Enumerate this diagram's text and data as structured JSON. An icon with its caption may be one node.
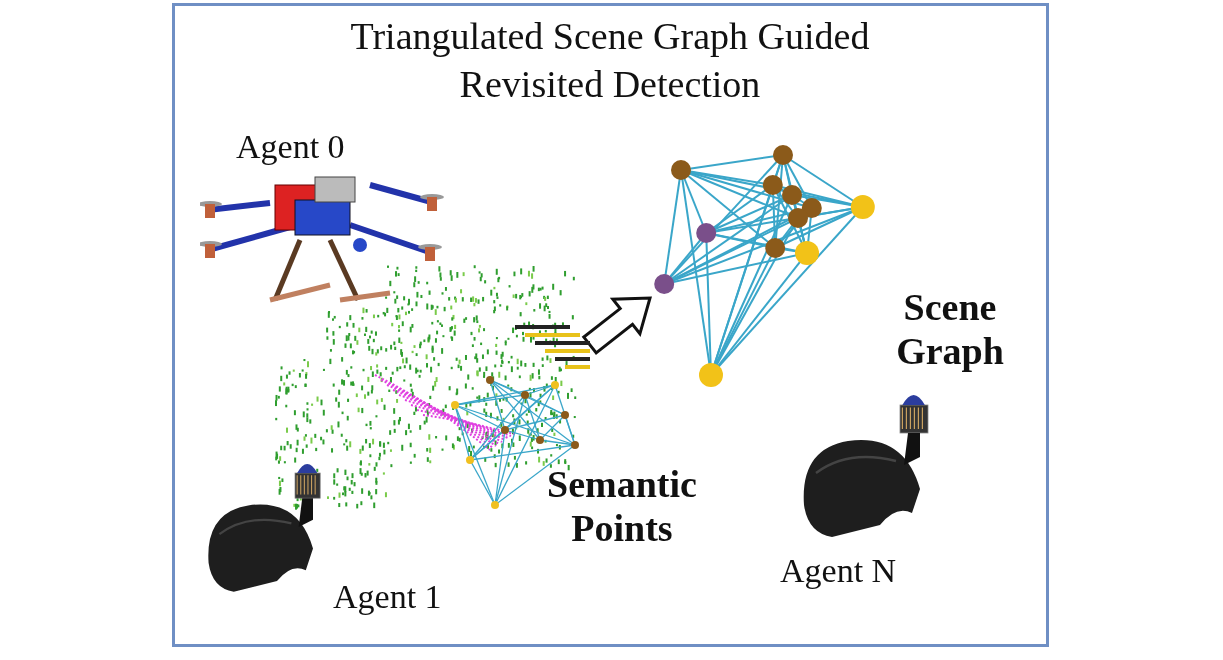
{
  "diagram": {
    "title": "Triangulated Scene Graph Guided Revisited Detection",
    "nodes": [
      {
        "text": [],
        "shape": "picture",
        "beside": [
          "Semantic Points"
        ]
      },
      {
        "text": [],
        "shape": "picture",
        "beside": [
          "Scene Graph"
        ]
      }
    ],
    "edges": [
      {
        "from": 0,
        "to": 1,
        "arrow": "to"
      }
    ],
    "labels": [
      "Agent 0",
      "Agent N",
      "Agent 1"
    ]
  }
}
